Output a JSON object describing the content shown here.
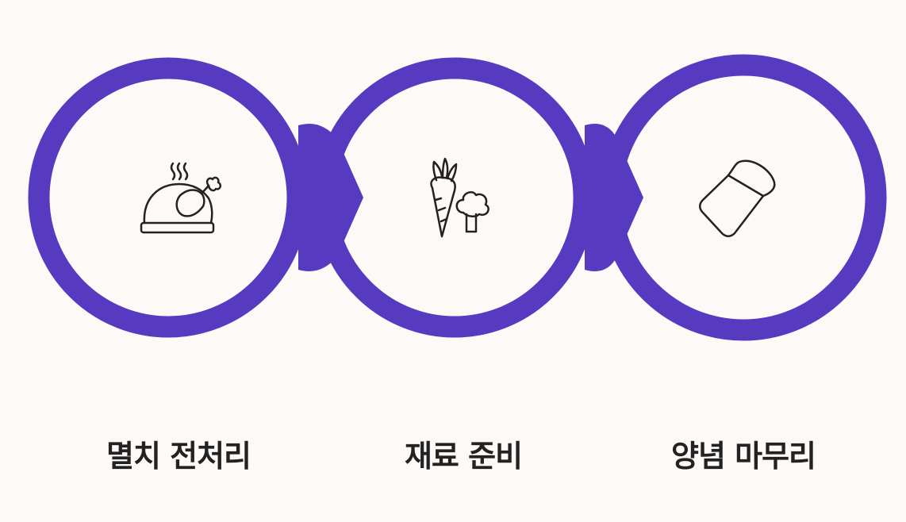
{
  "colors": {
    "ring": "#563bc0",
    "background": "#fdf9f7",
    "icon": "#222222",
    "label": "#222222"
  },
  "steps": [
    {
      "icon": "roast-chicken-icon",
      "label": "멸치 전처리"
    },
    {
      "icon": "carrot-broccoli-icon",
      "label": "재료 준비"
    },
    {
      "icon": "salt-shaker-icon",
      "label": "양념 마무리"
    }
  ]
}
